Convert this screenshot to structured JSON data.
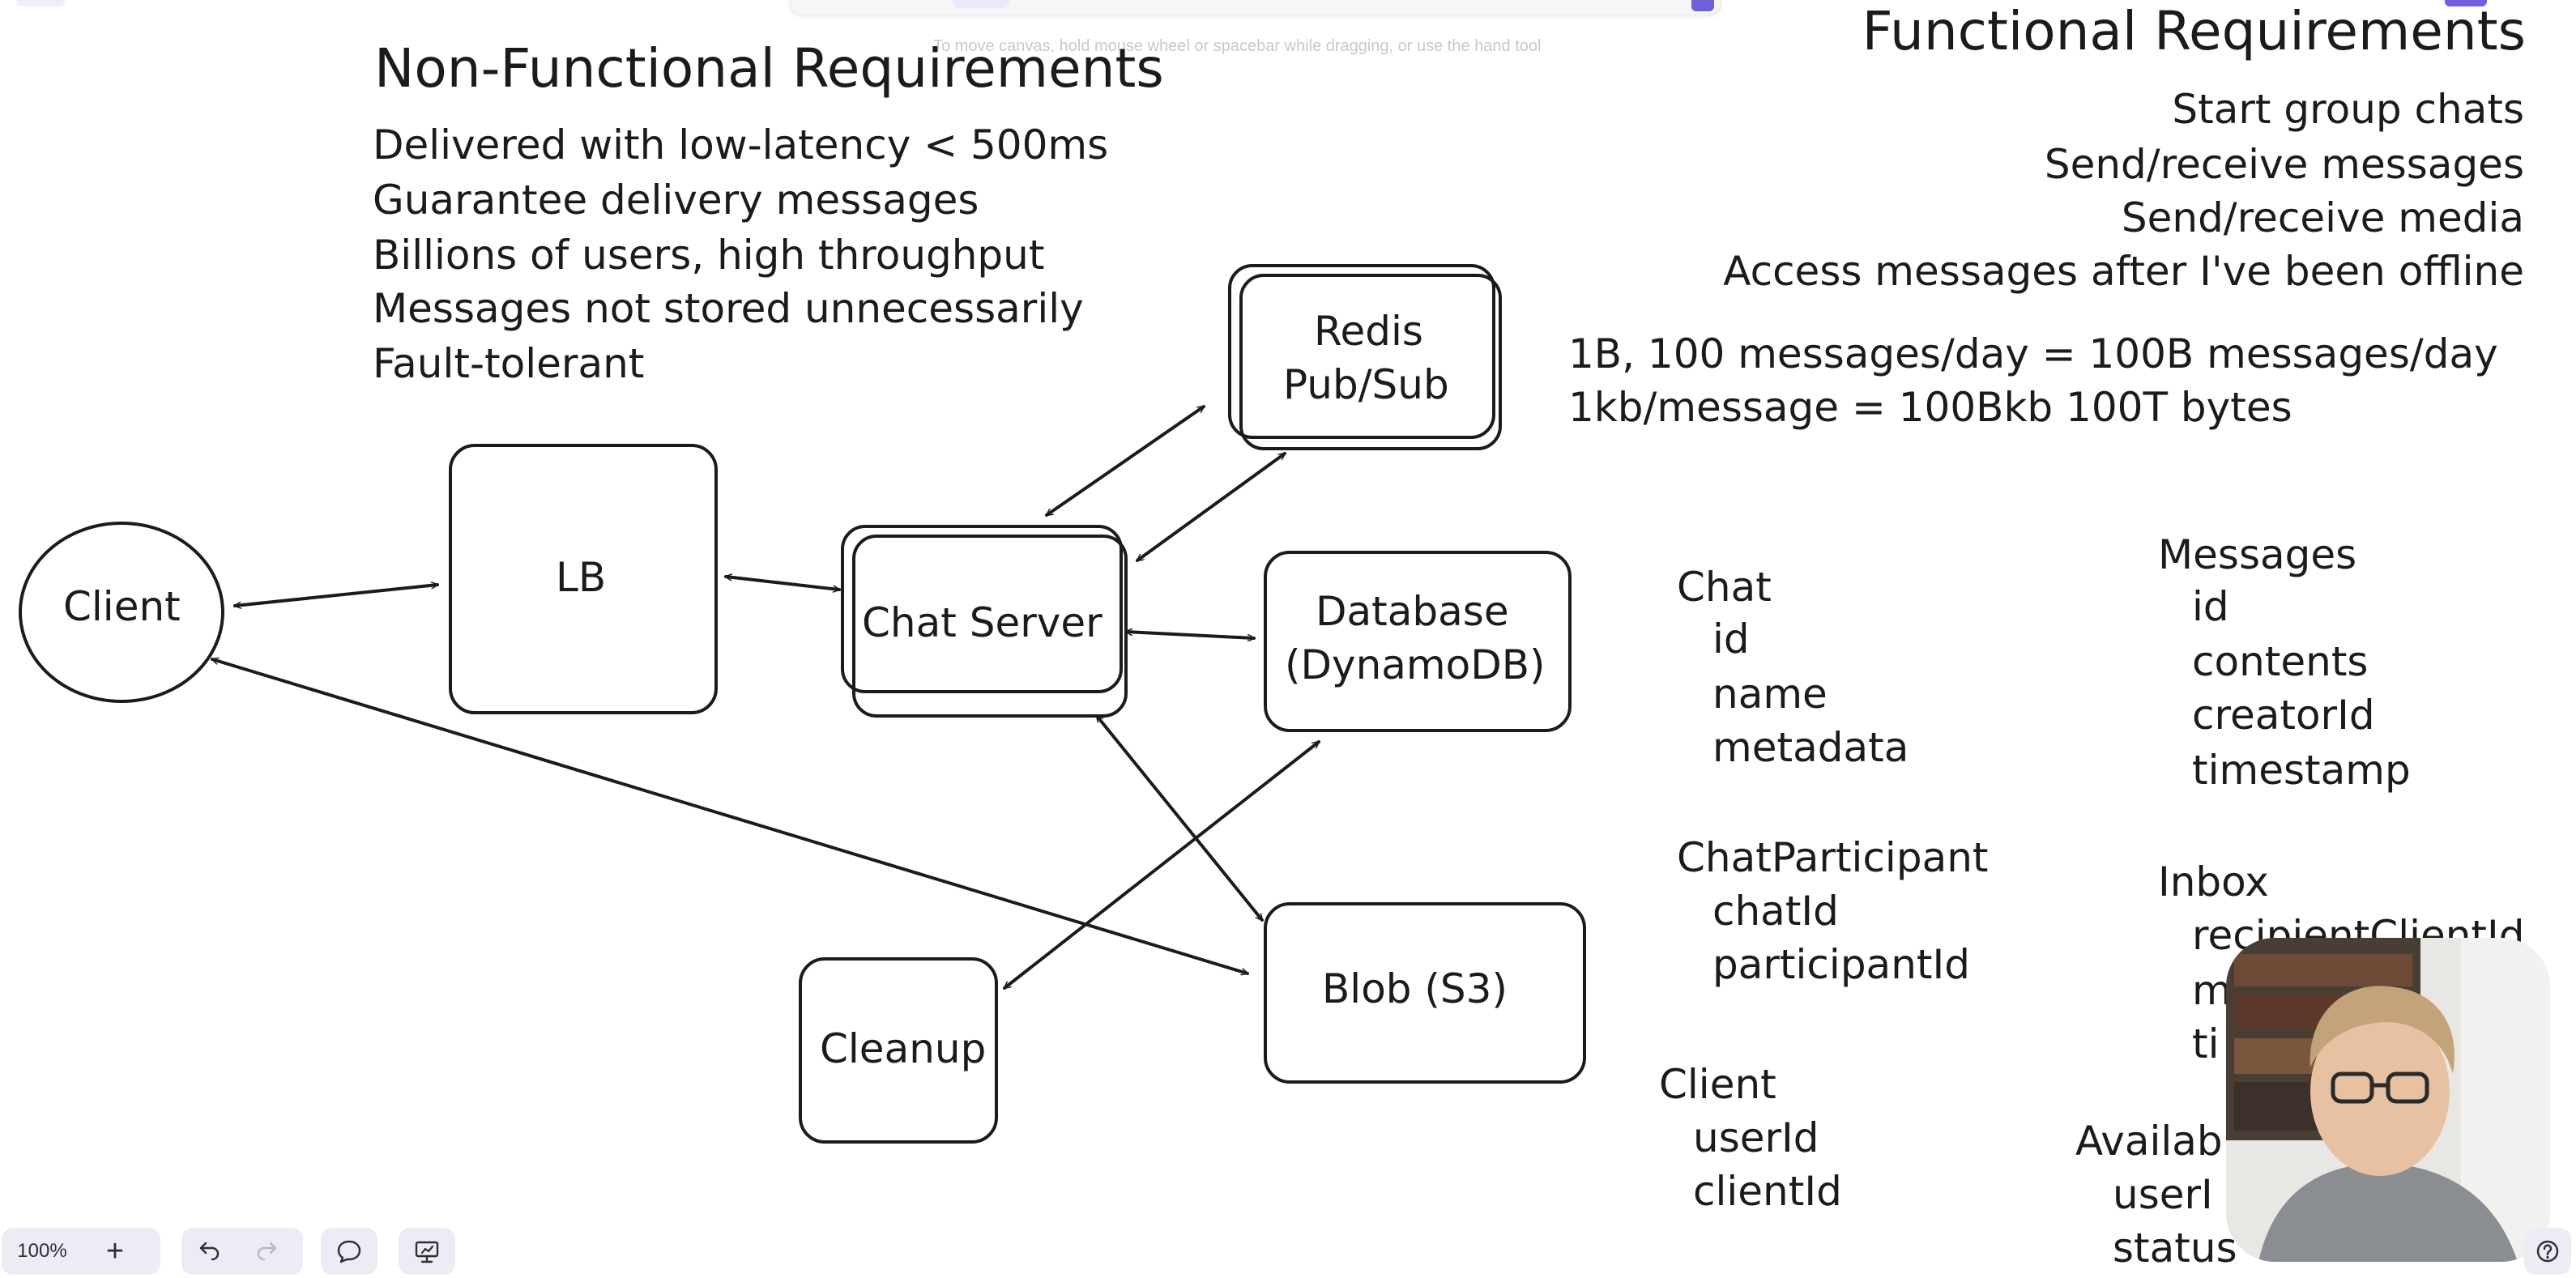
{
  "canvas_hint": "To move canvas, hold mouse wheel or spacebar while dragging, or use the hand tool",
  "non_functional": {
    "title": "Non-Functional Requirements",
    "items": [
      "Delivered with low-latency < 500ms",
      "Guarantee delivery messages",
      "Billions of users, high throughput",
      "Messages not stored unnecessarily",
      "Fault-tolerant"
    ]
  },
  "functional": {
    "title": "Functional Requirements",
    "items": [
      "Start group chats",
      "Send/receive messages",
      "Send/receive media",
      "Access messages after I've been offline"
    ]
  },
  "estimates": [
    "1B, 100 messages/day = 100B messages/day",
    "1kb/message = 100Bkb 100T bytes"
  ],
  "diagram": {
    "client": "Client",
    "lb": "LB",
    "chat_server": "Chat Server",
    "redis_line1": "Redis",
    "redis_line2": "Pub/Sub",
    "database_line1": "Database",
    "database_line2": "(DynamoDB)",
    "blob": "Blob (S3)",
    "cleanup": "Cleanup"
  },
  "schema": {
    "chat": {
      "title": "Chat",
      "fields": [
        "id",
        "name",
        "metadata"
      ]
    },
    "chat_participant": {
      "title": "ChatParticipant",
      "fields": [
        "chatId",
        "participantId"
      ]
    },
    "client": {
      "title": "Client",
      "fields": [
        "userId",
        "clientId"
      ]
    },
    "messages": {
      "title": "Messages",
      "fields": [
        "id",
        "contents",
        "creatorId",
        "timestamp"
      ]
    },
    "inbox": {
      "title": "Inbox",
      "fields": [
        "recipientClientId",
        "m",
        "ti"
      ]
    },
    "availability": {
      "title": "Availab",
      "fields": [
        "userI",
        "status"
      ]
    }
  },
  "toolbar": {
    "zoom": "100%",
    "zoom_in": "+",
    "help": "?"
  },
  "icons": {
    "undo": "undo-icon",
    "redo": "redo-icon",
    "comment": "comment-icon",
    "present": "present-icon",
    "help": "help-icon"
  }
}
